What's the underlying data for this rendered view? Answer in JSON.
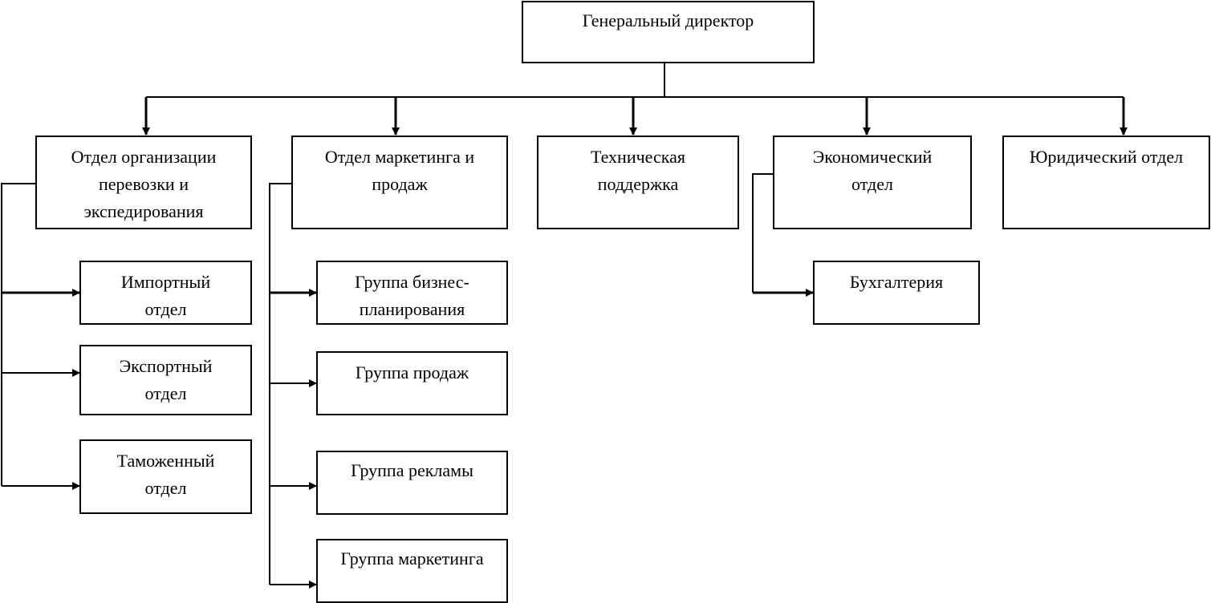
{
  "nodes": {
    "director": "Генеральный директор",
    "transport": "Отдел организации\nперевозки и\nэкспедирования",
    "import": "Импортный\nотдел",
    "export": "Экспортный\nотдел",
    "customs": "Таможенный\nотдел",
    "marketing_sales": "Отдел маркетинга и\nпродаж",
    "business_planning": "Группа бизнес-\nпланирования",
    "sales_group": "Группа продаж",
    "advertising": "Группа рекламы",
    "marketing_group": "Группа маркетинга",
    "tech_support": "Техническая\nподдержка",
    "economic": "Экономический\nотдел",
    "accounting": "Бухгалтерия",
    "legal": "Юридический отдел"
  }
}
